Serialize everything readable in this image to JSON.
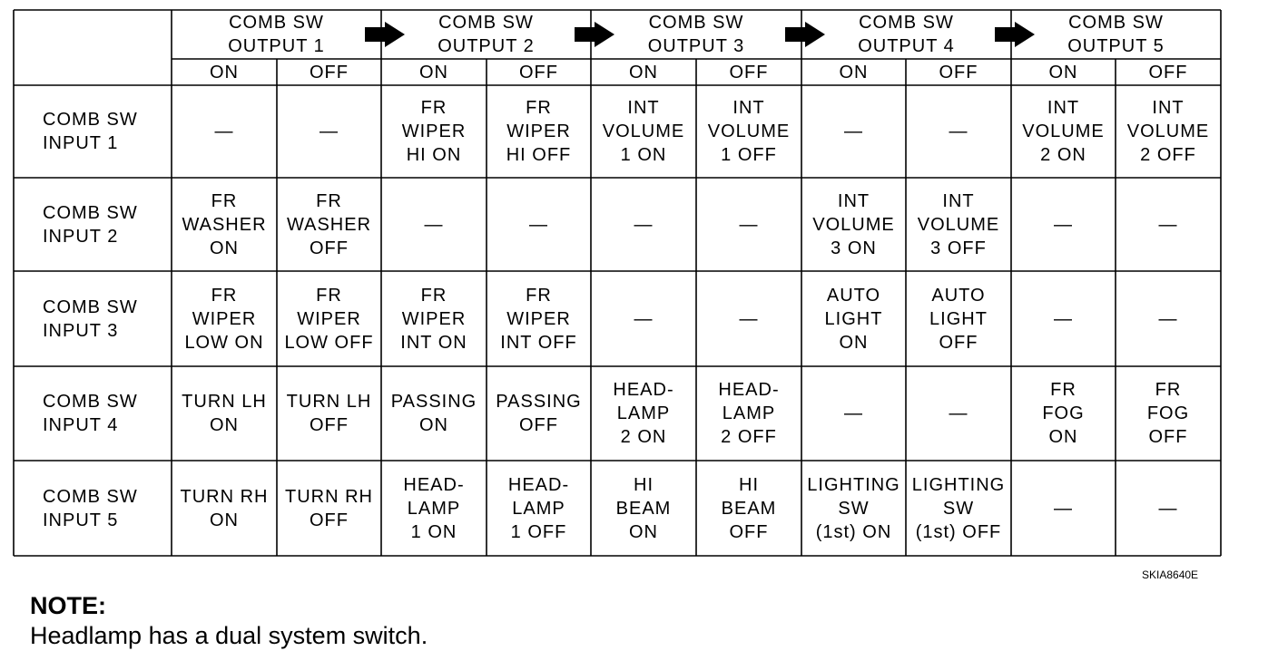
{
  "table": {
    "output_headers": [
      {
        "label": "COMB SW\nOUTPUT 1",
        "on": "ON",
        "off": "OFF"
      },
      {
        "label": "COMB SW\nOUTPUT 2",
        "on": "ON",
        "off": "OFF"
      },
      {
        "label": "COMB SW\nOUTPUT 3",
        "on": "ON",
        "off": "OFF"
      },
      {
        "label": "COMB SW\nOUTPUT 4",
        "on": "ON",
        "off": "OFF"
      },
      {
        "label": "COMB SW\nOUTPUT 5",
        "on": "ON",
        "off": "OFF"
      }
    ],
    "rows": [
      {
        "label": "COMB SW\nINPUT 1",
        "cells": [
          "—",
          "—",
          "FR\nWIPER\nHI ON",
          "FR\nWIPER\nHI OFF",
          "INT\nVOLUME\n1 ON",
          "INT\nVOLUME\n1 OFF",
          "—",
          "—",
          "INT\nVOLUME\n2 ON",
          "INT\nVOLUME\n2 OFF"
        ]
      },
      {
        "label": "COMB SW\nINPUT 2",
        "cells": [
          "FR\nWASHER\nON",
          "FR\nWASHER\nOFF",
          "—",
          "—",
          "—",
          "—",
          "INT\nVOLUME\n3 ON",
          "INT\nVOLUME\n3 OFF",
          "—",
          "—"
        ]
      },
      {
        "label": "COMB SW\nINPUT 3",
        "cells": [
          "FR\nWIPER\nLOW ON",
          "FR\nWIPER\nLOW OFF",
          "FR\nWIPER\nINT ON",
          "FR\nWIPER\nINT OFF",
          "—",
          "—",
          "AUTO\nLIGHT\nON",
          "AUTO\nLIGHT\nOFF",
          "—",
          "—"
        ]
      },
      {
        "label": "COMB SW\nINPUT 4",
        "cells": [
          "TURN LH\nON",
          "TURN LH\nOFF",
          "PASSING\nON",
          "PASSING\nOFF",
          "HEAD-\nLAMP\n2 ON",
          "HEAD-\nLAMP\n2 OFF",
          "—",
          "—",
          "FR\nFOG\nON",
          "FR\nFOG\nOFF"
        ]
      },
      {
        "label": "COMB SW\nINPUT 5",
        "cells": [
          "TURN RH\nON",
          "TURN RH\nOFF",
          "HEAD-\nLAMP\n1 ON",
          "HEAD-\nLAMP\n1 OFF",
          "HI\nBEAM\nON",
          "HI\nBEAM\nOFF",
          "LIGHTING\nSW\n(1st) ON",
          "LIGHTING\nSW\n(1st) OFF",
          "—",
          "—"
        ]
      }
    ]
  },
  "figure_id": "SKIA8640E",
  "note": {
    "title": "NOTE:",
    "text": "Headlamp has a dual system switch."
  },
  "colors": {
    "line": "#000000",
    "background": "#ffffff",
    "arrow": "#000000"
  }
}
